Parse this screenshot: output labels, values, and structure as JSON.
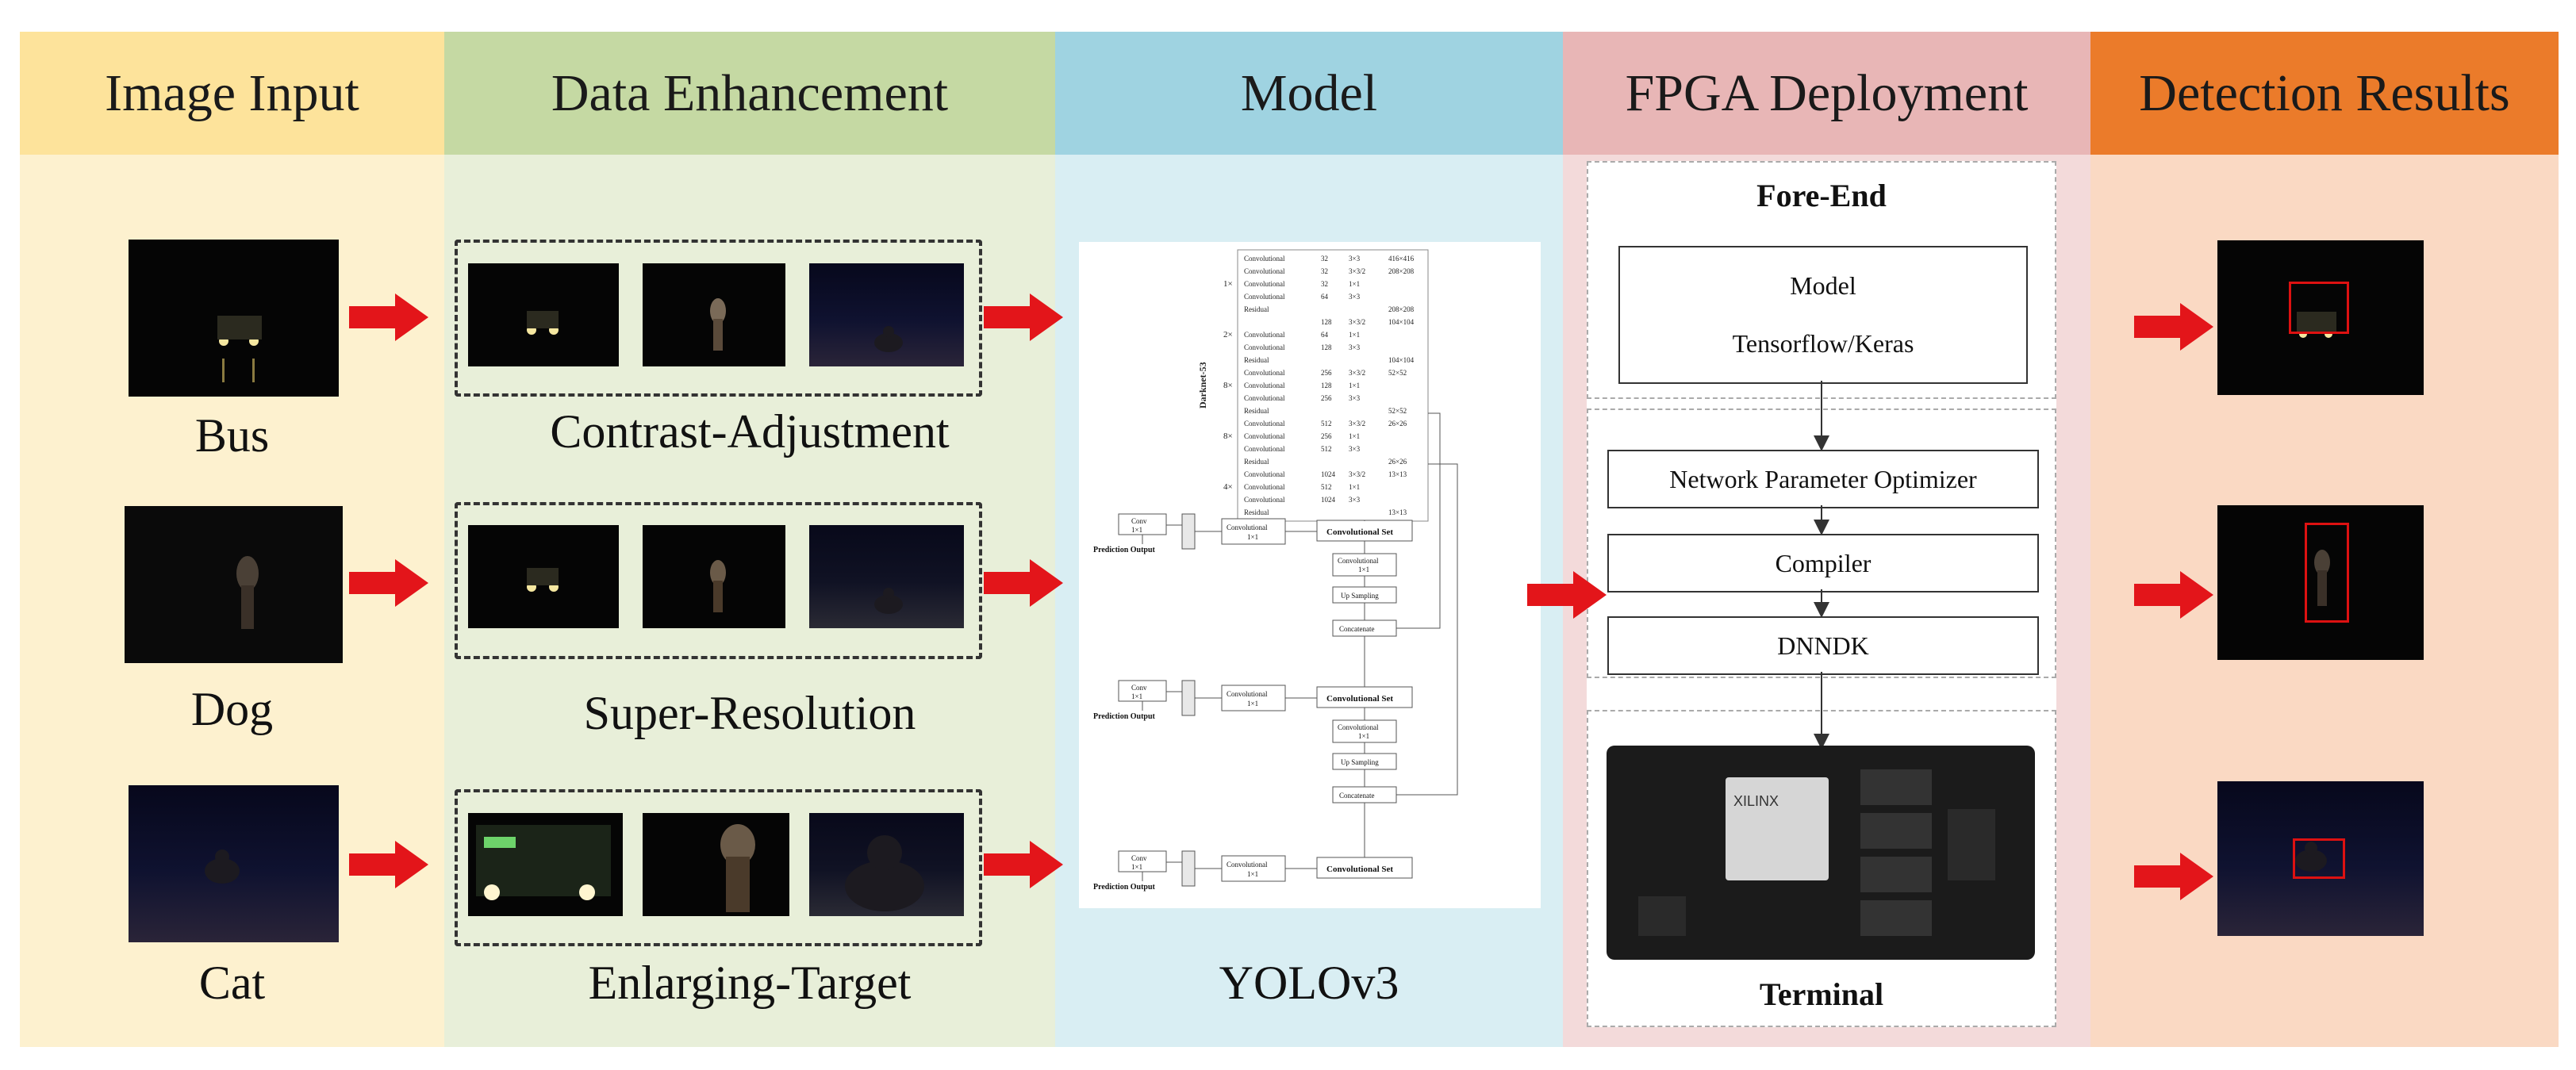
{
  "columns": {
    "input": "Image Input",
    "enhance": "Data Enhancement",
    "model": "Model",
    "fpga": "FPGA Deployment",
    "results": "Detection Results"
  },
  "input_labels": [
    "Bus",
    "Dog",
    "Cat"
  ],
  "enhance_labels": [
    "Contrast-Adjustment",
    "Super-Resolution",
    "Enlarging-Target"
  ],
  "model_label": "YOLOv3",
  "darknet": {
    "vertical_label": "Darknet-53",
    "rows": [
      {
        "rep": "",
        "type": "Convolutional",
        "filters": "32",
        "size": "3×3",
        "out": "416×416"
      },
      {
        "rep": "",
        "type": "Convolutional",
        "filters": "32",
        "size": "3×3/2",
        "out": "208×208"
      },
      {
        "rep": "1×",
        "type": "Convolutional",
        "filters": "32",
        "size": "1×1",
        "out": ""
      },
      {
        "rep": "",
        "type": "Convolutional",
        "filters": "64",
        "size": "3×3",
        "out": ""
      },
      {
        "rep": "",
        "type": "Residual",
        "filters": "",
        "size": "",
        "out": "208×208"
      },
      {
        "rep": "",
        "type": "",
        "filters": "128",
        "size": "3×3/2",
        "out": "104×104"
      },
      {
        "rep": "2×",
        "type": "Convolutional",
        "filters": "64",
        "size": "1×1",
        "out": ""
      },
      {
        "rep": "",
        "type": "Convolutional",
        "filters": "128",
        "size": "3×3",
        "out": ""
      },
      {
        "rep": "",
        "type": "Residual",
        "filters": "",
        "size": "",
        "out": "104×104"
      },
      {
        "rep": "",
        "type": "Convolutional",
        "filters": "256",
        "size": "3×3/2",
        "out": "52×52"
      },
      {
        "rep": "8×",
        "type": "Convolutional",
        "filters": "128",
        "size": "1×1",
        "out": ""
      },
      {
        "rep": "",
        "type": "Convolutional",
        "filters": "256",
        "size": "3×3",
        "out": ""
      },
      {
        "rep": "",
        "type": "Residual",
        "filters": "",
        "size": "",
        "out": "52×52"
      },
      {
        "rep": "",
        "type": "Convolutional",
        "filters": "512",
        "size": "3×3/2",
        "out": "26×26"
      },
      {
        "rep": "8×",
        "type": "Convolutional",
        "filters": "256",
        "size": "1×1",
        "out": ""
      },
      {
        "rep": "",
        "type": "Convolutional",
        "filters": "512",
        "size": "3×3",
        "out": ""
      },
      {
        "rep": "",
        "type": "Residual",
        "filters": "",
        "size": "",
        "out": "26×26"
      },
      {
        "rep": "",
        "type": "Convolutional",
        "filters": "1024",
        "size": "3×3/2",
        "out": "13×13"
      },
      {
        "rep": "4×",
        "type": "Convolutional",
        "filters": "512",
        "size": "1×1",
        "out": ""
      },
      {
        "rep": "",
        "type": "Convolutional",
        "filters": "1024",
        "size": "3×3",
        "out": ""
      },
      {
        "rep": "",
        "type": "Residual",
        "filters": "",
        "size": "",
        "out": "13×13"
      }
    ]
  },
  "yolo_head": {
    "conv_set": "Convolutional Set",
    "conv_1x1": "Convolutional",
    "conv_1x1_size": "1×1",
    "up_sampling": "Up Sampling",
    "concatenate": "Concatenate",
    "conv": "Conv",
    "conv_size": "1×1",
    "prediction": "Prediction Output"
  },
  "fpga": {
    "fore_end": "Fore-End",
    "model_box_line1": "Model",
    "model_box_line2": "Tensorflow/Keras",
    "optimizer": "Network Parameter Optimizer",
    "compiler": "Compiler",
    "dnndk": "DNNDK",
    "terminal": "Terminal",
    "chip_text": "XILINX"
  },
  "colors": {
    "arrow": "#e3151a",
    "hdr_input": "#fde39b",
    "hdr_enhance": "#c5d9a3",
    "hdr_model": "#9fd3e1",
    "hdr_fpga": "#e8b6b6",
    "hdr_results": "#eb7b2a"
  }
}
